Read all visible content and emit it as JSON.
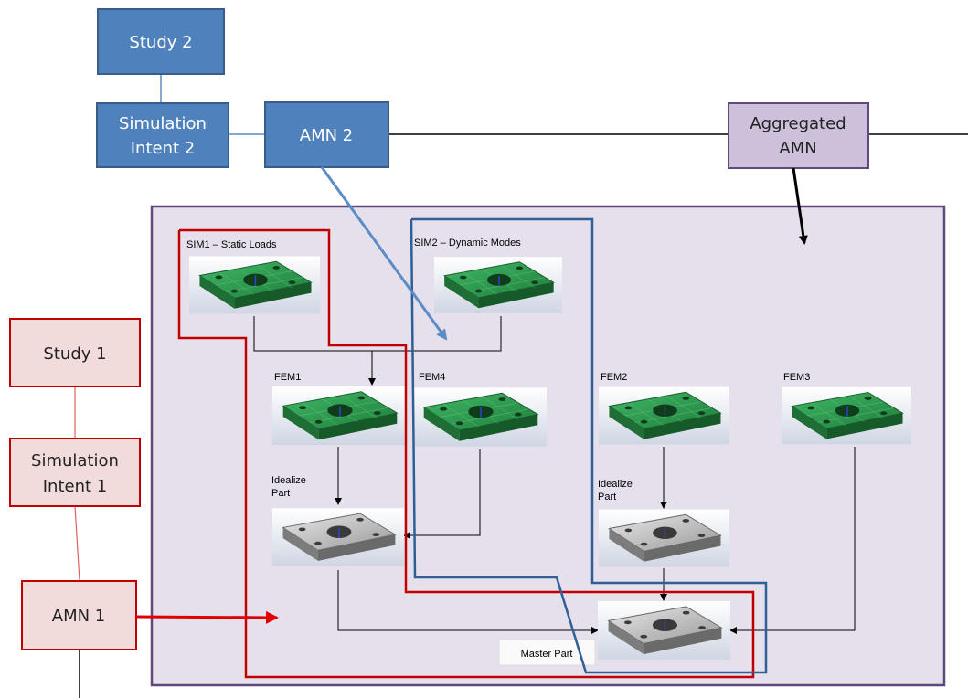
{
  "colors": {
    "blue_fill": "#4f81bd",
    "blue_stroke": "#385d8a",
    "red_fill": "#f2dcdb",
    "red_stroke": "#c00000",
    "purple_fill": "#ccc0da",
    "purple_stroke": "#604a7b",
    "panel_fill": "#e6e0ec",
    "panel_stroke": "#5f497a",
    "red_outline": "#c00000",
    "blue_outline": "#3b6aa0",
    "green_plate": "#2e9e4e",
    "gray_plate": "#c8c8c8"
  },
  "boxes": {
    "study2": "Study 2",
    "sim_intent2_line1": "Simulation",
    "sim_intent2_line2": "Intent 2",
    "amn2": "AMN 2",
    "aggregated_line1": "Aggregated",
    "aggregated_line2": "AMN",
    "study1": "Study 1",
    "sim_intent1_line1": "Simulation",
    "sim_intent1_line2": "Intent 1",
    "amn1": "AMN 1"
  },
  "panel": {
    "sim1": "SIM1 – Static Loads",
    "sim2": "SIM2 – Dynamic Modes",
    "fem1": "FEM1",
    "fem4": "FEM4",
    "fem2": "FEM2",
    "fem3": "FEM3",
    "idealize_line1": "Idealize",
    "idealize_line2": "Part",
    "idealize2_line1": "Idealize",
    "idealize2_line2": "Part",
    "master_part": "Master Part"
  },
  "icons": [
    "green-plate-mesh-icon",
    "gray-plate-icon"
  ]
}
